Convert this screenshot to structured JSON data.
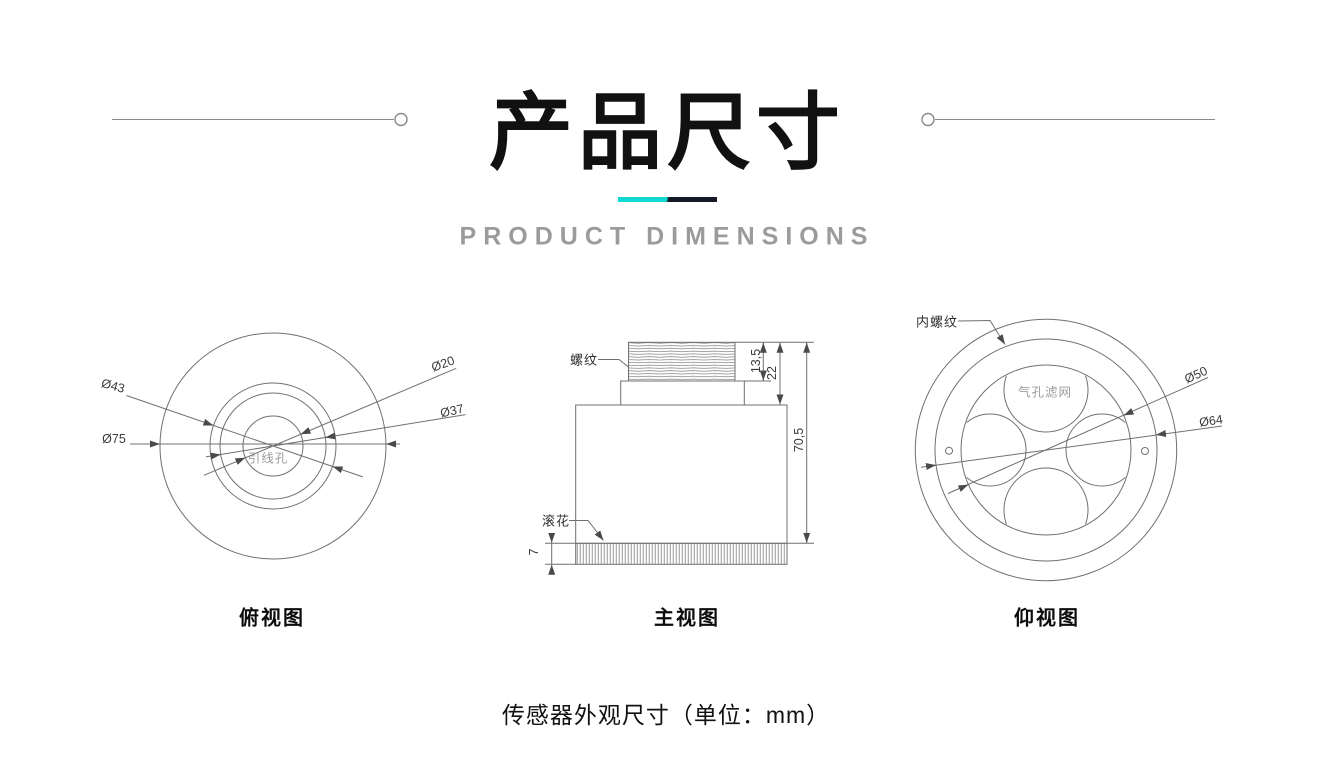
{
  "header": {
    "title": "产品尺寸",
    "subtitle": "PRODUCT DIMENSIONS",
    "accent_teal": "#0fd9d0",
    "accent_dark": "#161a26"
  },
  "views": {
    "top_view": {
      "label": "俯视图",
      "center_label": "引线孔",
      "dims": {
        "d43": "Ø43",
        "d75": "Ø75",
        "d20": "Ø20",
        "d37": "Ø37"
      }
    },
    "front_view": {
      "label": "主视图",
      "thread_label": "螺纹",
      "knurl_label": "滚花",
      "dims": {
        "thread_h": "13,5",
        "neck_h": "22",
        "body_h": "70,5",
        "knurl_h": "7"
      }
    },
    "bottom_view": {
      "label": "仰视图",
      "inner_thread_label": "内螺纹",
      "mesh_label": "气孔滤网",
      "dims": {
        "d50": "Ø50",
        "d64": "Ø64"
      }
    }
  },
  "caption": "传感器外观尺寸（单位：mm）"
}
